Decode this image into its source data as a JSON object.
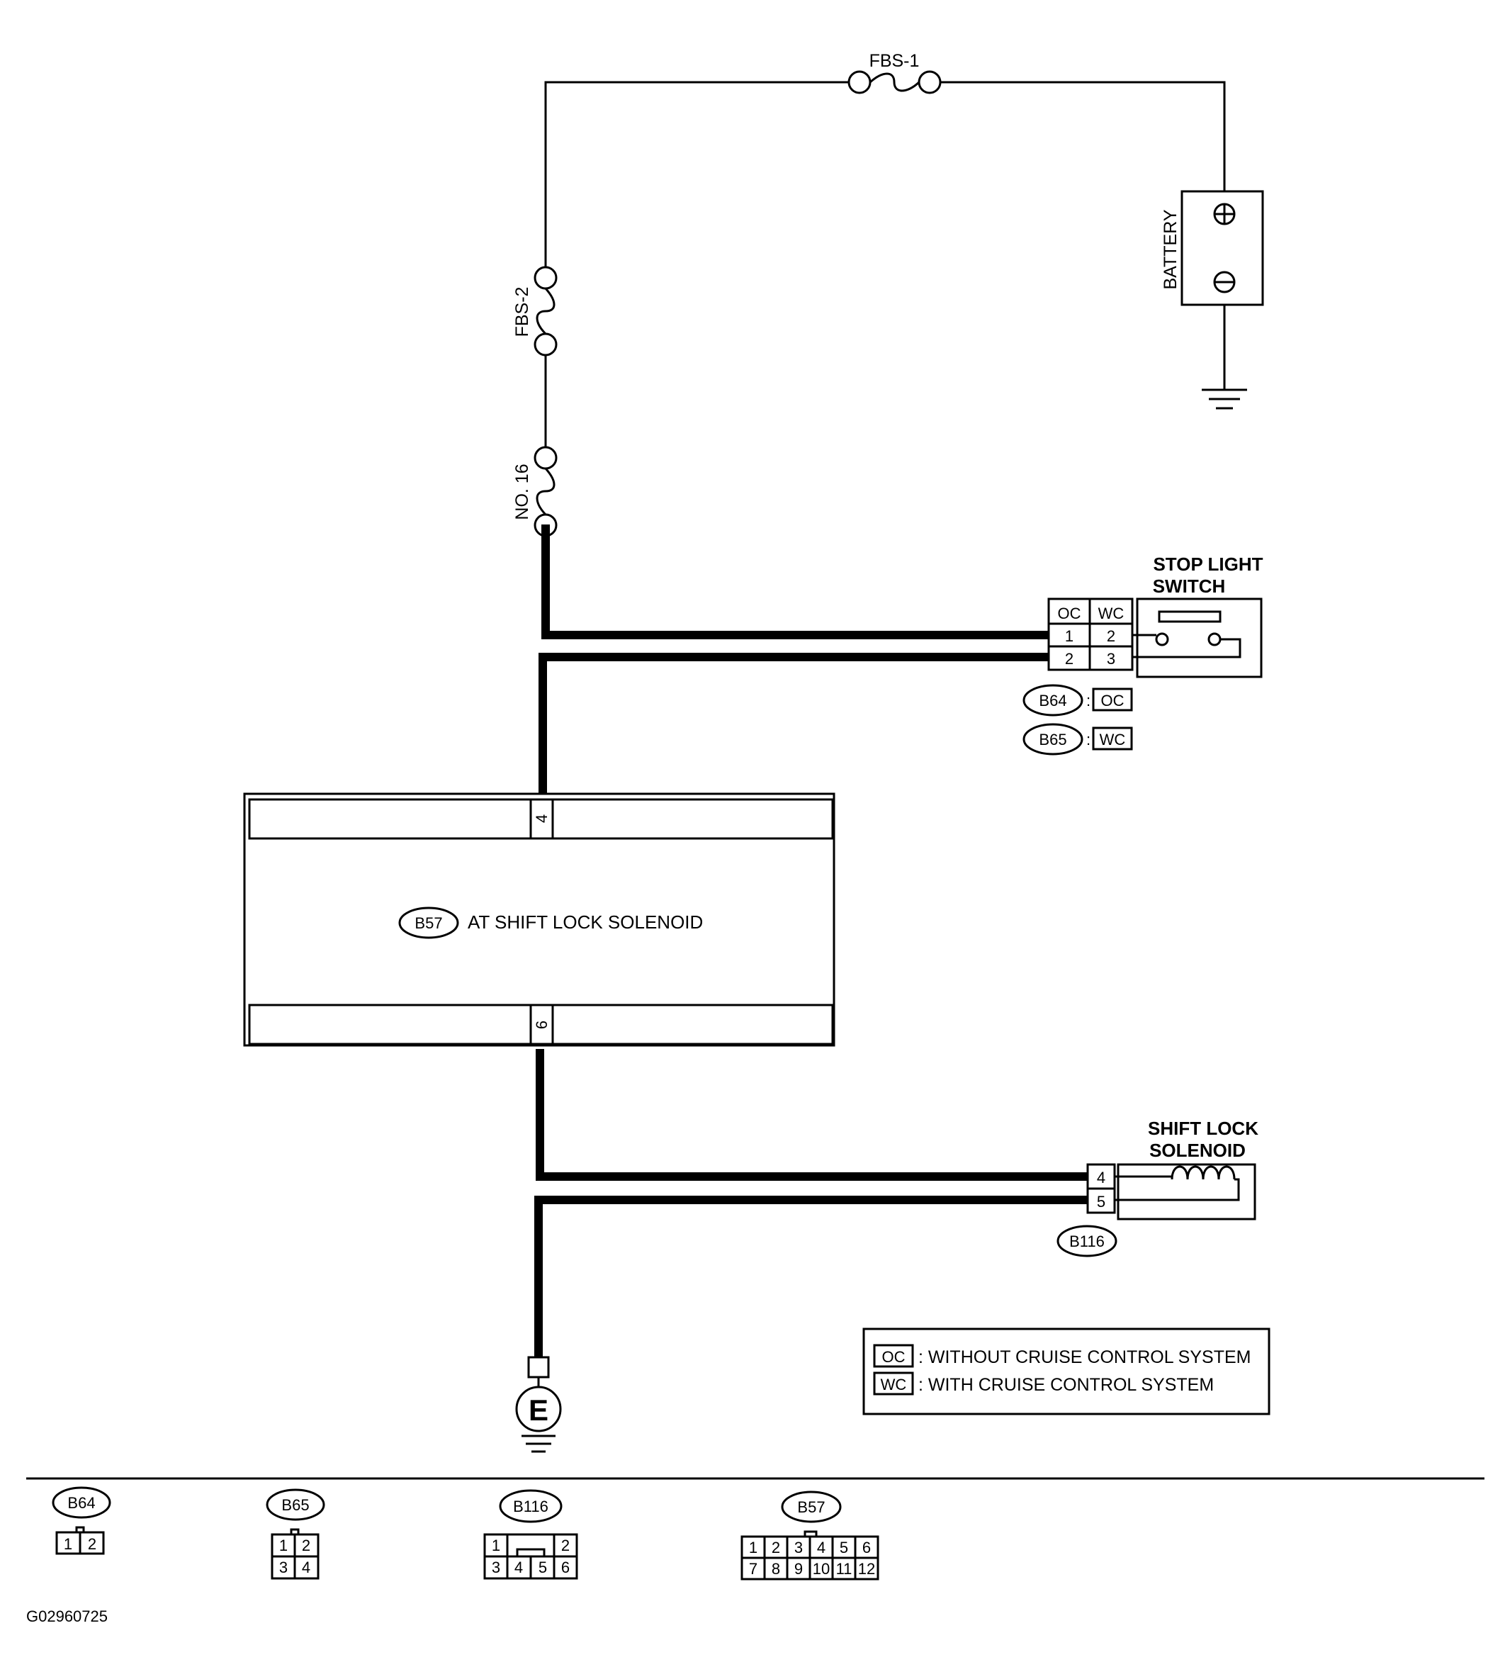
{
  "fuses": {
    "fbs1": "FBS-1",
    "fbs2": "FBS-2",
    "no16": "NO. 16"
  },
  "battery": {
    "label": "BATTERY",
    "plus": "+",
    "minus": "−"
  },
  "stop_light_switch": {
    "title_line1": "STOP LIGHT",
    "title_line2": "SWITCH",
    "col_oc": "OC",
    "col_wc": "WC",
    "row1_oc": "1",
    "row1_wc": "2",
    "row2_oc": "2",
    "row2_wc": "3",
    "b64_tag": "B64",
    "b64_code": "OC",
    "b65_tag": "B65",
    "b65_code": "WC"
  },
  "control_unit": {
    "connector": "B57",
    "title": "AT SHIFT LOCK SOLENOID",
    "pin_top": "4",
    "pin_bottom": "6"
  },
  "shift_lock_solenoid": {
    "title_line1": "SHIFT LOCK",
    "title_line2": "SOLENOID",
    "pin_a": "4",
    "pin_b": "5",
    "connector": "B116"
  },
  "ground": {
    "symbol": "E"
  },
  "legend": [
    {
      "code": "OC",
      "text": ": WITHOUT CRUISE CONTROL SYSTEM"
    },
    {
      "code": "WC",
      "text": ": WITH CRUISE CONTROL SYSTEM"
    }
  ],
  "connector_views": {
    "b64": {
      "name": "B64",
      "pins": [
        "1",
        "2"
      ]
    },
    "b65": {
      "name": "B65",
      "pins": [
        "1",
        "2",
        "3",
        "4"
      ]
    },
    "b116": {
      "name": "B116",
      "pins": [
        "1",
        "2",
        "3",
        "4",
        "5",
        "6"
      ]
    },
    "b57": {
      "name": "B57",
      "pins": [
        "1",
        "2",
        "3",
        "4",
        "5",
        "6",
        "7",
        "8",
        "9",
        "10",
        "11",
        "12"
      ]
    }
  },
  "figure_id": "G02960725"
}
